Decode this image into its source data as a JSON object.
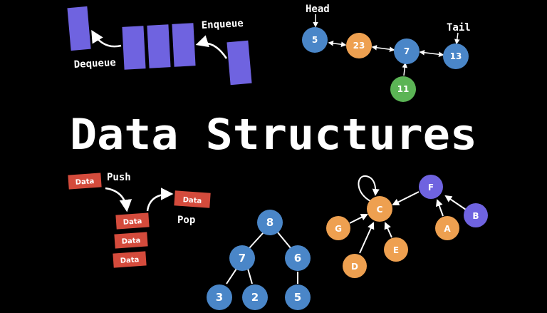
{
  "title": "Data Structures",
  "colors": {
    "background": "#000000",
    "queue": "#6f63e0",
    "blue": "#4a86c8",
    "orange": "#eea050",
    "green": "#5bb455",
    "purple": "#6f63e0",
    "red": "#d44b3c"
  },
  "queue": {
    "enqueue_label": "Enqueue",
    "dequeue_label": "Dequeue"
  },
  "linked_list": {
    "head_label": "Head",
    "tail_label": "Tail",
    "nodes": [
      "5",
      "23",
      "7",
      "13"
    ],
    "branch_node": "11"
  },
  "stack": {
    "push_label": "Push",
    "pop_label": "Pop",
    "item_label": "Data"
  },
  "tree": {
    "root": "8",
    "level2": [
      "7",
      "6"
    ],
    "leaves": [
      "3",
      "2",
      "5"
    ]
  },
  "graph": {
    "nodes": [
      "C",
      "F",
      "B",
      "A",
      "G",
      "D",
      "E"
    ]
  }
}
